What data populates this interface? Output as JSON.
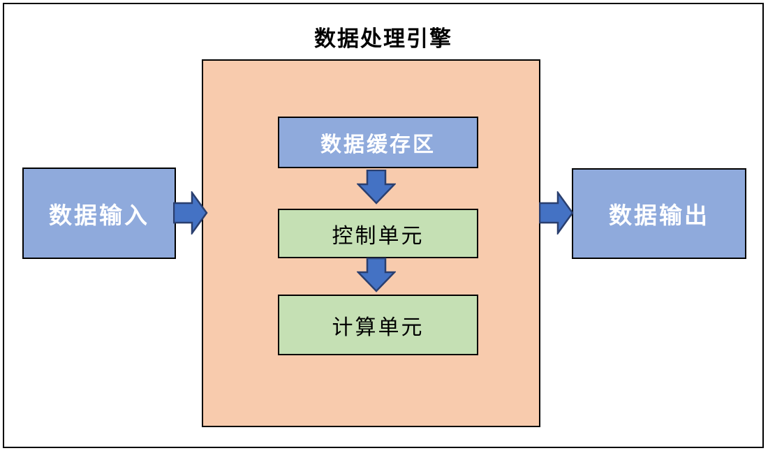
{
  "diagram": {
    "title": "数据处理引擎",
    "nodes": {
      "input": {
        "label": "数据输入"
      },
      "buffer": {
        "label": "数据缓存区"
      },
      "control": {
        "label": "控制单元"
      },
      "compute": {
        "label": "计算单元"
      },
      "output": {
        "label": "数据输出"
      }
    },
    "flow": [
      "数据输入 → 数据处理引擎",
      "数据缓存区 → 控制单元",
      "控制单元 → 计算单元",
      "数据处理引擎 → 数据输出"
    ],
    "colors": {
      "container_fill": "#F8CBAD",
      "node_blue_fill": "#8FAADC",
      "node_green_fill": "#C5E0B4",
      "node_border": "#000000",
      "arrow_fill": "#4472C4",
      "arrow_stroke": "#2A3F6F",
      "title_color": "#000000",
      "light_text": "#FFFFFF",
      "dark_text": "#000000"
    }
  }
}
